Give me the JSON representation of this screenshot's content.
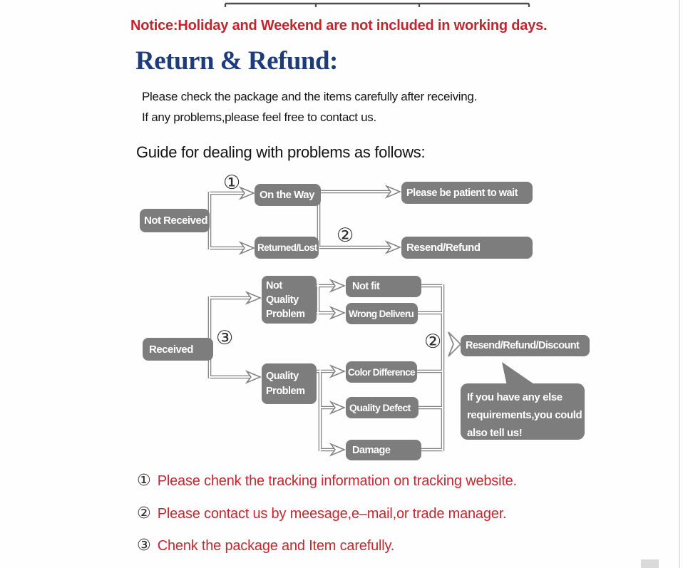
{
  "colors": {
    "accent_red": "#c2252e",
    "heading_navy": "#1e3c7c",
    "box_gray": "#7d7d7d"
  },
  "notice": "Notice:Holiday and Weekend are not included in working days.",
  "heading": "Return & Refund:",
  "intro_lines": [
    "Please check the package and the items carefully after receiving.",
    "If any problems,please feel free to contact us."
  ],
  "guide_title": "Guide for dealing with problems as follows:",
  "flow1": {
    "marker1": "①",
    "marker2": "②",
    "not_received": "Not Received",
    "on_the_way": "On the Way",
    "returned_lost": "Returned/Lost",
    "be_patient": "Please be patient to wait",
    "resend_refund": "Resend/Refund"
  },
  "flow2": {
    "marker3": "③",
    "marker2": "②",
    "received": "Received",
    "nqp_lines": [
      "Not",
      "Quality",
      "Problem"
    ],
    "qp_lines": [
      "Quality",
      "Problem"
    ],
    "not_fit": "Not fit",
    "wrong_delivery": "Wrong Deliveru",
    "color_difference": "Color Difference",
    "quality_defect": "Quality Defect",
    "damage": "Damage",
    "resend_refund_discount": "Resend/Refund/Discount",
    "bubble_lines": [
      "If you have any else",
      "requirements,you could",
      "also tell us!"
    ]
  },
  "footnotes": [
    {
      "marker": "①",
      "text": "Please chenk the tracking information on tracking website."
    },
    {
      "marker": "②",
      "text": "Please contact us by meesage,e–mail,or trade manager."
    },
    {
      "marker": "③",
      "text": "Chenk the package and Item carefully."
    }
  ]
}
